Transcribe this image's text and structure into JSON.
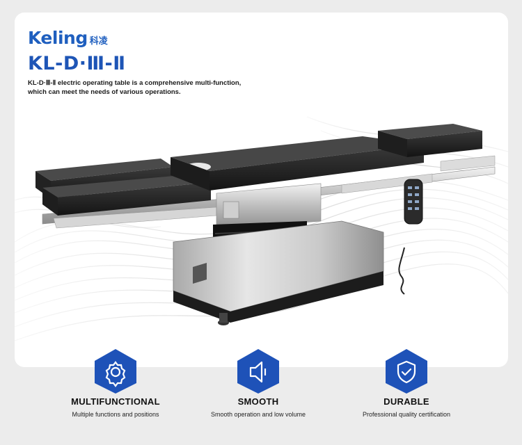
{
  "brand": {
    "name": "Keling",
    "name_cn": "科凌",
    "color": "#1f5fbf"
  },
  "product": {
    "model": "KL-D·Ⅲ-Ⅱ",
    "description_line1": "KL-D·Ⅲ-Ⅱ electric operating table is a comprehensive multi-function,",
    "description_line2": "which can meet the needs of various operations."
  },
  "features": [
    {
      "title": "MULTIFUNCTIONAL",
      "subtitle": "Multiple functions and positions",
      "icon": "gear-cycle-icon"
    },
    {
      "title": "SMOOTH",
      "subtitle": "Smooth operation and low volume",
      "icon": "speaker-icon"
    },
    {
      "title": "DURABLE",
      "subtitle": "Professional quality certification",
      "icon": "shield-check-icon"
    }
  ],
  "colors": {
    "accent": "#1f5fbf",
    "hex_fill": "#1e52b8",
    "background": "#ececec",
    "card": "#ffffff"
  }
}
